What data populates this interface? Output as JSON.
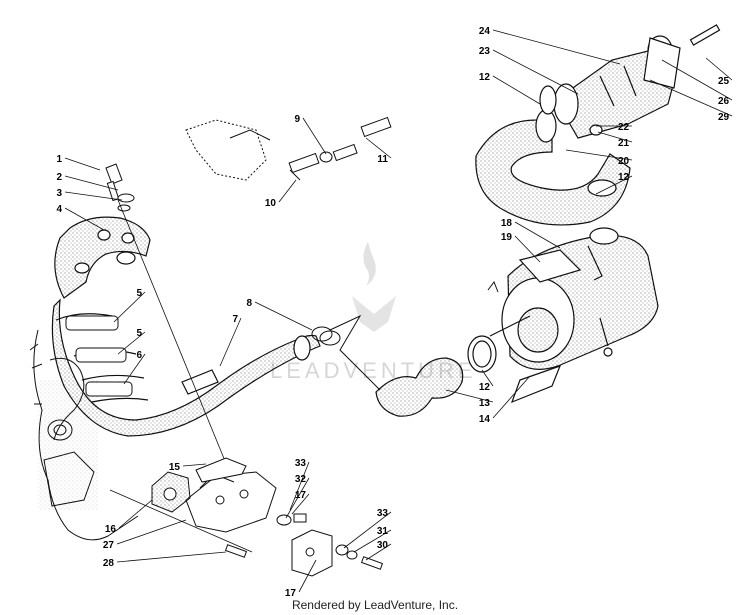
{
  "watermark": "LEADVENTURE",
  "footer": "Rendered by LeadVenture, Inc.",
  "callouts": [
    {
      "id": "1",
      "label": "1"
    },
    {
      "id": "2",
      "label": "2"
    },
    {
      "id": "3",
      "label": "3"
    },
    {
      "id": "4",
      "label": "4"
    },
    {
      "id": "5a",
      "label": "5"
    },
    {
      "id": "5b",
      "label": "5"
    },
    {
      "id": "6",
      "label": "6"
    },
    {
      "id": "7",
      "label": "7"
    },
    {
      "id": "8",
      "label": "8"
    },
    {
      "id": "9",
      "label": "9"
    },
    {
      "id": "10",
      "label": "10"
    },
    {
      "id": "11",
      "label": "11"
    },
    {
      "id": "12a",
      "label": "12"
    },
    {
      "id": "12b",
      "label": "12"
    },
    {
      "id": "12c",
      "label": "12"
    },
    {
      "id": "13",
      "label": "13"
    },
    {
      "id": "14",
      "label": "14"
    },
    {
      "id": "15",
      "label": "15"
    },
    {
      "id": "16",
      "label": "16"
    },
    {
      "id": "17a",
      "label": "17"
    },
    {
      "id": "17b",
      "label": "17"
    },
    {
      "id": "18",
      "label": "18"
    },
    {
      "id": "19",
      "label": "19"
    },
    {
      "id": "20",
      "label": "20"
    },
    {
      "id": "21",
      "label": "21"
    },
    {
      "id": "22",
      "label": "22"
    },
    {
      "id": "23",
      "label": "23"
    },
    {
      "id": "24",
      "label": "24"
    },
    {
      "id": "25",
      "label": "25"
    },
    {
      "id": "26",
      "label": "26"
    },
    {
      "id": "27",
      "label": "27"
    },
    {
      "id": "28",
      "label": "28"
    },
    {
      "id": "29",
      "label": "29"
    },
    {
      "id": "30",
      "label": "30"
    },
    {
      "id": "31",
      "label": "31"
    },
    {
      "id": "32",
      "label": "32"
    },
    {
      "id": "33a",
      "label": "33"
    },
    {
      "id": "33b",
      "label": "33"
    }
  ]
}
